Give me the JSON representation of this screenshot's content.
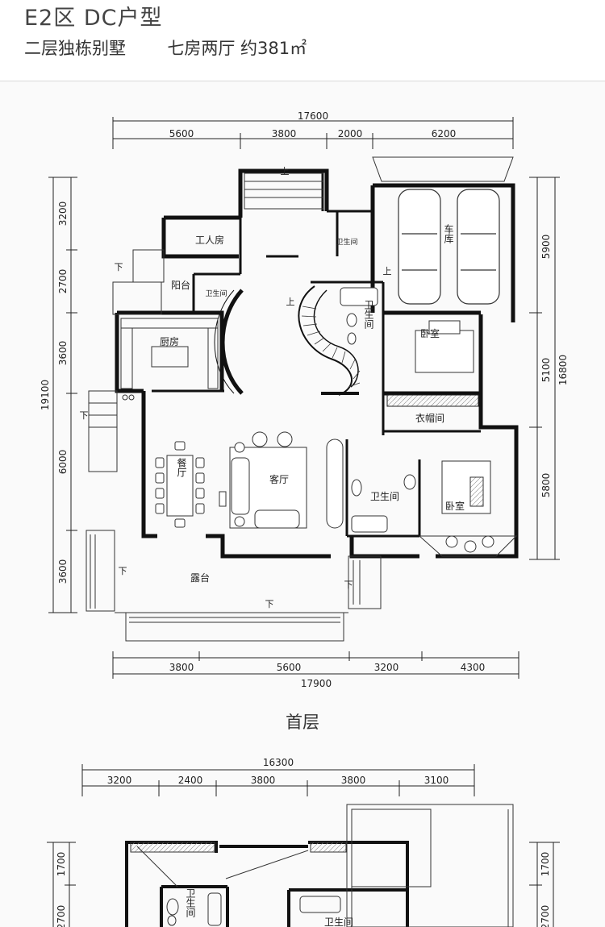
{
  "header": {
    "title": "E2区  DC户型",
    "subtitle_type": "二层独栋别墅",
    "subtitle_rooms": "七房两厅 约381㎡"
  },
  "first_floor": {
    "caption": "首层",
    "top_dims": {
      "total": "17600",
      "segments": [
        "5600",
        "3800",
        "2000",
        "6200"
      ]
    },
    "bottom_dims": {
      "total": "17900",
      "segments": [
        "3800",
        "5600",
        "3200",
        "4300"
      ]
    },
    "left_dims": {
      "total": "19100",
      "segments": [
        "3200",
        "2700",
        "3600",
        "6000",
        "3600"
      ]
    },
    "right_dims": {
      "total": "16800",
      "segments": [
        "5900",
        "5100",
        "5800"
      ]
    },
    "rooms": {
      "worker_room": "工人房",
      "balcony": "阳台",
      "bath_small": "卫生间",
      "bath_top": "卫生间",
      "kitchen": "厨房",
      "garage": "车库",
      "bath_stair": "卫生间",
      "bedroom_1": "卧室",
      "cloakroom": "衣帽间",
      "dining": "餐厅",
      "living": "客厅",
      "bath_master": "卫生间",
      "bedroom_2": "卧室",
      "terrace": "露台"
    },
    "arrows": {
      "up": "上",
      "down": "下"
    }
  },
  "second_floor": {
    "top_dims": {
      "total": "16300",
      "segments": [
        "3200",
        "2400",
        "3800",
        "3800",
        "3100"
      ]
    },
    "left_dims": [
      "1700",
      "2700"
    ],
    "right_dims": [
      "1700",
      "2700"
    ],
    "rooms": {
      "bath_left": "卫生间",
      "bath_mid": "卫生间"
    }
  }
}
